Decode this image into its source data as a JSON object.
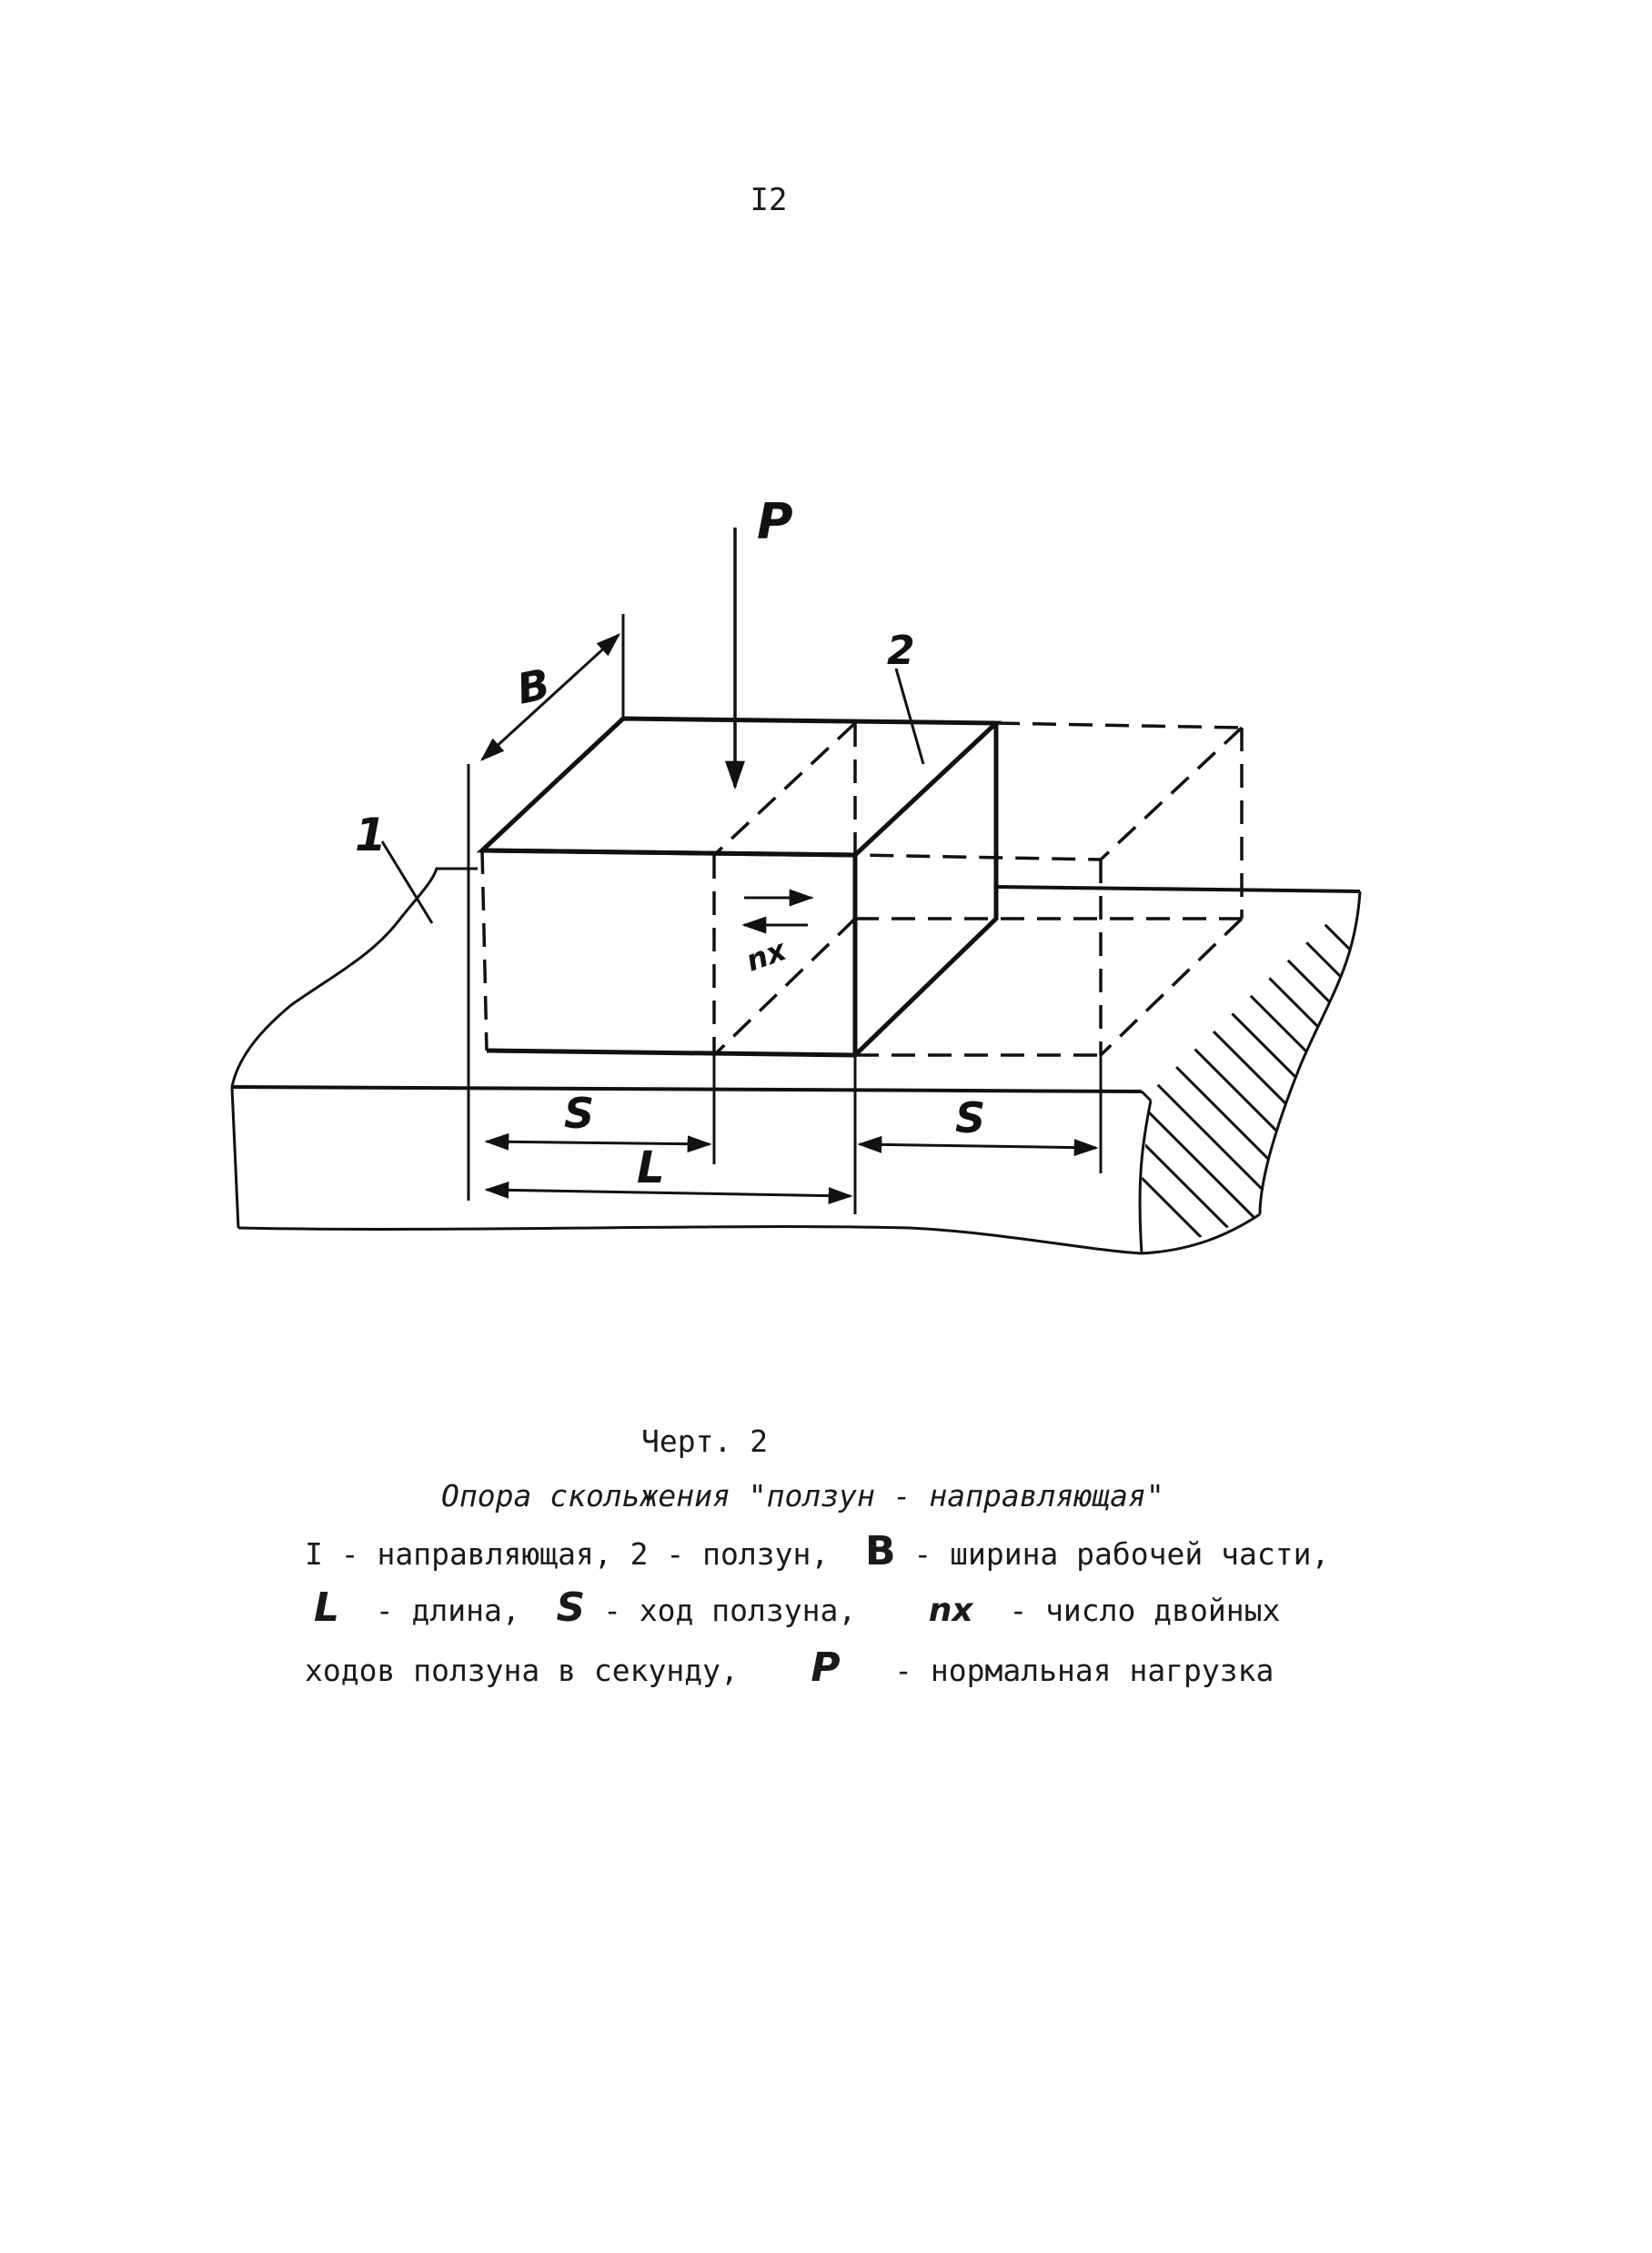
{
  "page": {
    "number": "I2"
  },
  "figure": {
    "labels": {
      "load": "P",
      "width": "B",
      "slider_no": "2",
      "guide_no": "1",
      "frequency": "nx",
      "stroke_left": "S",
      "stroke_right": "S",
      "length": "L"
    },
    "colors": {
      "ink": "#111111",
      "paper": "#ffffff"
    }
  },
  "caption": {
    "figure_no": "Черт. 2",
    "title": "Опора скольжения \"ползун - направляющая\"",
    "line1": {
      "guide": "I - направляющая,",
      "slider": "2 - ползун,",
      "b_symbol": "B",
      "b_text": "- ширина рабочей части,"
    },
    "line2": {
      "l_symbol": "L",
      "l_text": "- длина,",
      "s_symbol": "S",
      "s_text": "- ход ползуна,",
      "n_symbol": "nx",
      "n_text": "- число двойных"
    },
    "line3": {
      "text": "ходов ползуна в секунду,",
      "p_symbol": "P",
      "p_text": "- нормальная нагрузка"
    }
  }
}
